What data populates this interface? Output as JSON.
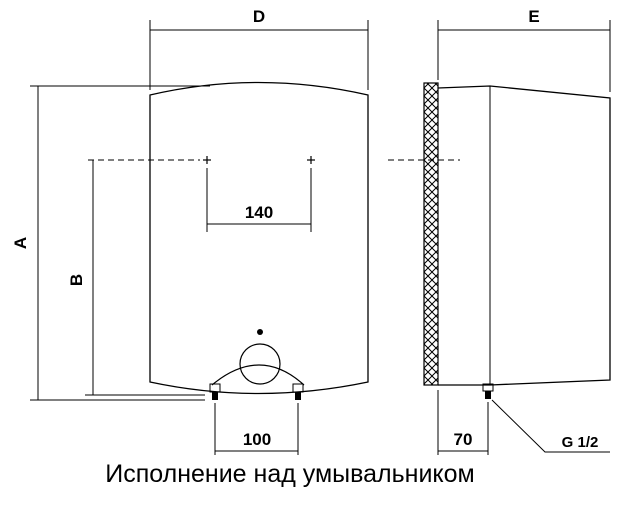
{
  "labels": {
    "width_front": "D",
    "depth_side": "E",
    "height_total": "A",
    "height_outlet": "B",
    "mount_spacing": "140",
    "pipe_spacing": "100",
    "pipe_offset": "70",
    "thread": "G 1/2"
  },
  "caption": "Исполнение над умывальником"
}
